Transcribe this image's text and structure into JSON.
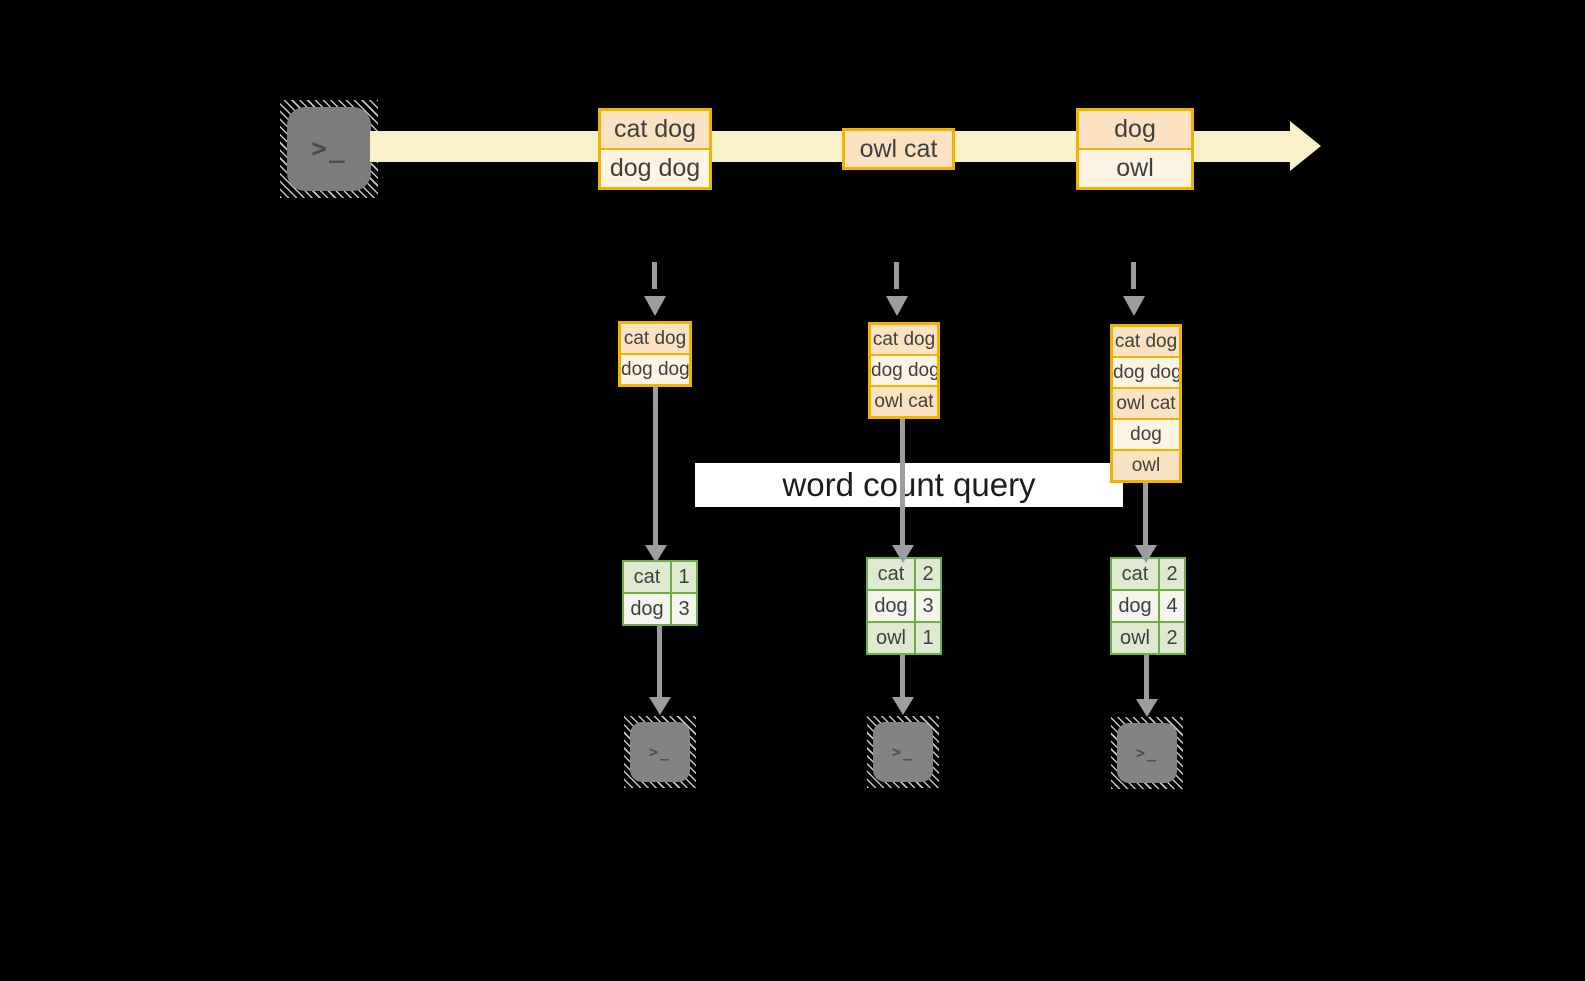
{
  "colors": {
    "background": "#000000",
    "stream_fill": "#faf1c9",
    "record_border": "#f0b400",
    "record_fill_dark": "#fae2c2",
    "record_fill_light": "#fdf4e3",
    "result_border": "#6ead42",
    "result_fill_dark": "#dfe9d1",
    "result_fill_light": "#f2f6ec",
    "arrow_gray": "#9d9d9d",
    "query_band_bg": "#ffffff",
    "query_text": "#1c1c1c",
    "record_text": "#3f3f3f",
    "terminal_fill": "#7c7c7c"
  },
  "terminal": {
    "glyph": ">_"
  },
  "stream": {
    "batches": [
      {
        "records": [
          "cat dog",
          "dog dog"
        ]
      },
      {
        "records": [
          "owl cat"
        ]
      },
      {
        "records": [
          "dog",
          "owl"
        ]
      }
    ]
  },
  "query": {
    "label": "word count query"
  },
  "columns": [
    {
      "inputs": [
        "cat dog",
        "dog dog"
      ],
      "counts": [
        {
          "word": "cat",
          "count": "1"
        },
        {
          "word": "dog",
          "count": "3"
        }
      ]
    },
    {
      "inputs": [
        "cat dog",
        "dog dog",
        "owl cat"
      ],
      "counts": [
        {
          "word": "cat",
          "count": "2"
        },
        {
          "word": "dog",
          "count": "3"
        },
        {
          "word": "owl",
          "count": "1"
        }
      ]
    },
    {
      "inputs": [
        "cat dog",
        "dog dog",
        "owl cat",
        "dog",
        "owl"
      ],
      "counts": [
        {
          "word": "cat",
          "count": "2"
        },
        {
          "word": "dog",
          "count": "4"
        },
        {
          "word": "owl",
          "count": "2"
        }
      ]
    }
  ]
}
